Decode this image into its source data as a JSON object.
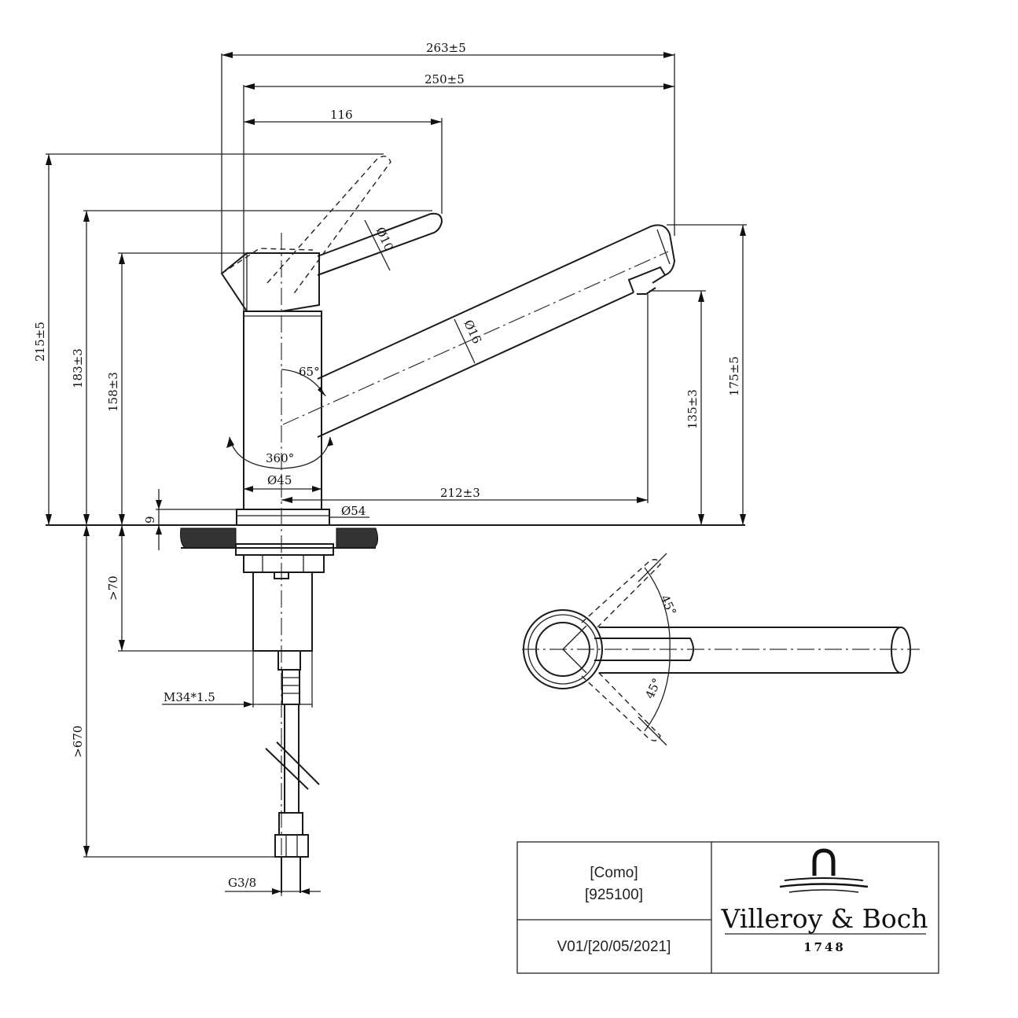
{
  "dimensions": {
    "overall_reach": "263±5",
    "spout_reach": "250±5",
    "lever_reach": "116",
    "total_height": "215±5",
    "lever_height": "183±3",
    "body_height": "158±3",
    "spout_height": "175±5",
    "outlet_height": "135±3",
    "spout_projection": "212±3",
    "spout_angle": "65°",
    "swivel": "360°",
    "spout_diameter": "Ø16",
    "lever_diameter": "Ø10",
    "body_diameter": "Ø45",
    "base_diameter": "Ø54",
    "base_thickness": "9",
    "min_depth": ">70",
    "thread": "M34*1.5",
    "hose_length": ">670",
    "connection": "G3/8",
    "lever_angle_top": "45°",
    "lever_angle_bottom": "45°"
  },
  "title_block": {
    "product_name": "[Como]",
    "product_number": "[925100]",
    "version": "V01/[20/05/2021]",
    "brand": "Villeroy & Boch",
    "year": "1748"
  }
}
